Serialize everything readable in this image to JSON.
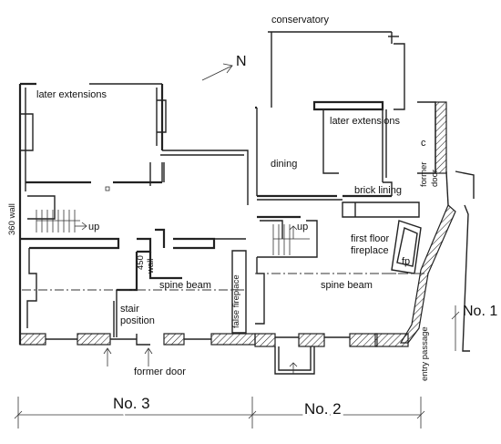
{
  "labels": {
    "conservatory": "conservatory",
    "later_ext_left": "later extensions",
    "later_ext_right": "later extensions",
    "dining": "dining",
    "c": "c",
    "former_door_right": "former\ndoor",
    "brick_lining": "brick lining",
    "up_left": "up",
    "up_right": "up",
    "wall_360": "360 wall",
    "wall_450": "450\nwall",
    "spine_beam_left": "spine beam",
    "spine_beam_right": "spine beam",
    "stair_position": "stair\nposition",
    "false_fireplace": "false fireplace",
    "first_floor_fireplace": "first floor\nfireplace",
    "fp": "fp",
    "former_door_bottom": "former door",
    "entry_passage": "entry passage",
    "north": "N",
    "no1": "No. 1",
    "no2": "No. 2",
    "no3": "No. 3"
  },
  "icons": {
    "north_arrow": "north-arrow-icon"
  }
}
